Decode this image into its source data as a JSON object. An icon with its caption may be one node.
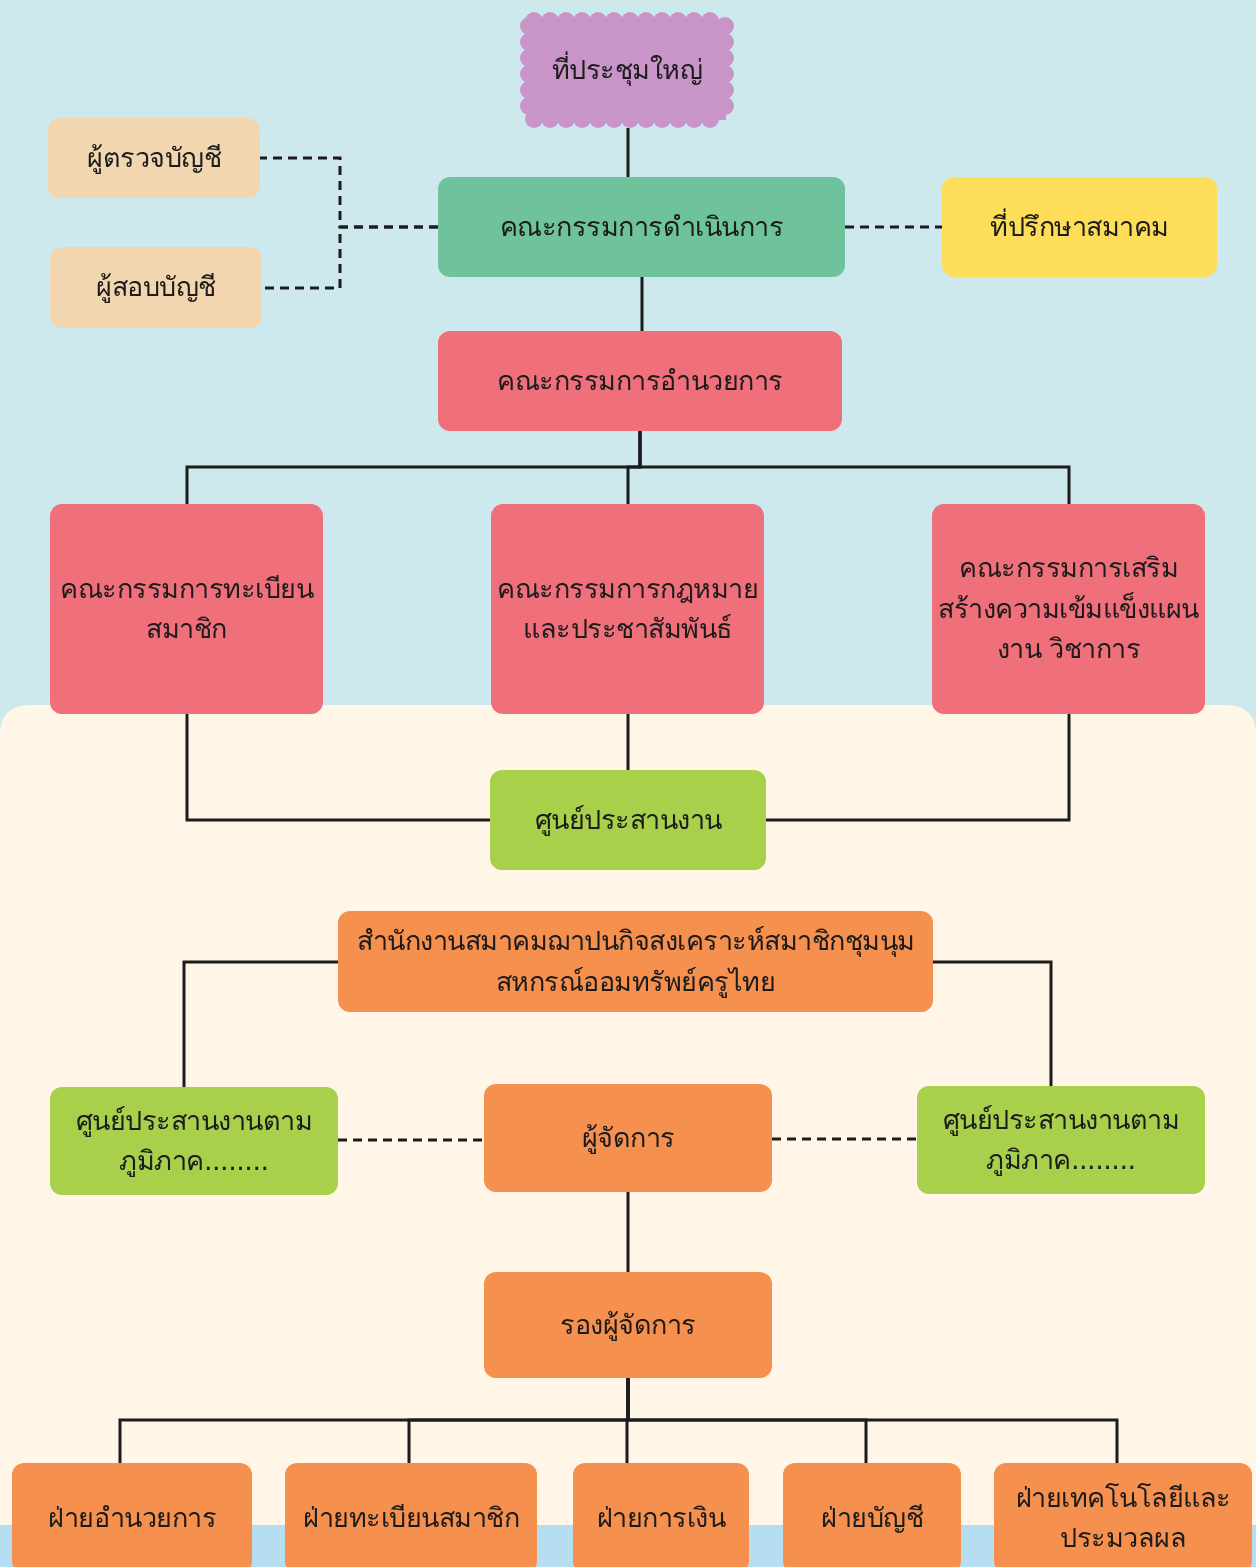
{
  "diagram": {
    "nodes": [
      {
        "text": [
          "ที่ประชุมใหญ่"
        ]
      },
      {
        "text": [
          "ผู้ตรวจบัญชี"
        ]
      },
      {
        "text": [
          "ผู้สอบบัญชี"
        ]
      },
      {
        "text": [
          "คณะกรรมการดำเนินการ"
        ]
      },
      {
        "text": [
          "ที่ปรึกษาสมาคม"
        ]
      },
      {
        "text": [
          "คณะกรรมการอำนวยการ"
        ]
      },
      {
        "text": [
          "คณะกรรมการทะเบียนสมาชิก"
        ]
      },
      {
        "text": [
          "คณะกรรมการกฎหมายและประชาสัมพันธ์"
        ]
      },
      {
        "text": [
          "คณะกรรมการเสริมสร้างความเข้มแข็งแผนงาน วิชาการ"
        ]
      },
      {
        "text": [
          "ศูนย์ประสานงาน"
        ]
      },
      {
        "text": [
          "สำนักงานสมาคมฌาปนกิจสงเคราะห์สมาชิกชุมนุมสหกรณ์ออมทรัพย์ครูไทย"
        ]
      },
      {
        "text": [
          "ศูนย์ประสานงานตามภูมิภาค........"
        ]
      },
      {
        "text": [
          "ผู้จัดการ"
        ]
      },
      {
        "text": [
          "ศูนย์ประสานงานตามภูมิภาค........"
        ]
      },
      {
        "text": [
          "รองผู้จัดการ"
        ]
      },
      {
        "text": [
          "ฝ่ายอำนวยการ"
        ]
      },
      {
        "text": [
          "ฝ่ายทะเบียนสมาชิก"
        ]
      },
      {
        "text": [
          "ฝ่ายการเงิน"
        ]
      },
      {
        "text": [
          "ฝ่ายบัญชี"
        ]
      },
      {
        "text": [
          "ฝ่ายเทคโนโลยีและประมวลผล"
        ]
      }
    ],
    "edges": [
      {
        "from": 0,
        "to": 3,
        "arrow": "none"
      },
      {
        "from": 3,
        "to": 1,
        "arrow": "none",
        "style": "dashed"
      },
      {
        "from": 3,
        "to": 2,
        "arrow": "none",
        "style": "dashed"
      },
      {
        "from": 3,
        "to": 4,
        "arrow": "none",
        "style": "dashed"
      },
      {
        "from": 3,
        "to": 5,
        "arrow": "none"
      },
      {
        "from": 5,
        "to": 6,
        "arrow": "none"
      },
      {
        "from": 5,
        "to": 7,
        "arrow": "none"
      },
      {
        "from": 5,
        "to": 8,
        "arrow": "none"
      },
      {
        "from": 6,
        "to": 9,
        "arrow": "none"
      },
      {
        "from": 7,
        "to": 9,
        "arrow": "none"
      },
      {
        "from": 8,
        "to": 9,
        "arrow": "none"
      },
      {
        "from": 10,
        "to": 11,
        "arrow": "none"
      },
      {
        "from": 10,
        "to": 13,
        "arrow": "none"
      },
      {
        "from": 11,
        "to": 12,
        "arrow": "none",
        "style": "dashed"
      },
      {
        "from": 12,
        "to": 13,
        "arrow": "none",
        "style": "dashed"
      },
      {
        "from": 12,
        "to": 14,
        "arrow": "none"
      },
      {
        "from": 14,
        "to": 15,
        "arrow": "none"
      },
      {
        "from": 14,
        "to": 16,
        "arrow": "none"
      },
      {
        "from": 14,
        "to": 17,
        "arrow": "none"
      },
      {
        "from": 14,
        "to": 18,
        "arrow": "none"
      },
      {
        "from": 14,
        "to": 19,
        "arrow": "none"
      }
    ]
  }
}
